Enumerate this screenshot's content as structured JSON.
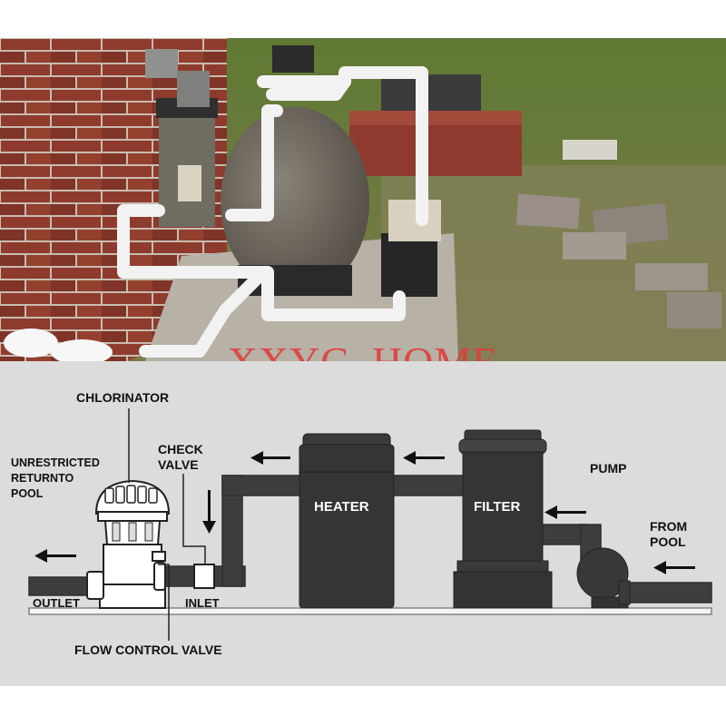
{
  "watermark": "XXYC  HOME",
  "labels": {
    "chlorinator": "CHLORINATOR",
    "unrestricted": [
      "UNRESTRICTED",
      "RETURNTO",
      "POOL"
    ],
    "check_valve": [
      "CHECK",
      "VALVE"
    ],
    "heater": "HEATER",
    "filter": "FILTER",
    "pump": "PUMP",
    "from_pool": [
      "FROM",
      "POOL"
    ],
    "outlet": "OUTLET",
    "inlet": "INLET",
    "flow_control_valve": "FLOW CONTROL VALVE"
  },
  "colors": {
    "diagram_bg": "#dcdcdc",
    "pipe": "#3a3a3a",
    "tank": "#333333",
    "watermark": "#e23b3b",
    "pvc": "#f2f2f2",
    "brick": "#8a3a2c",
    "grass": "#6b7a3a"
  }
}
